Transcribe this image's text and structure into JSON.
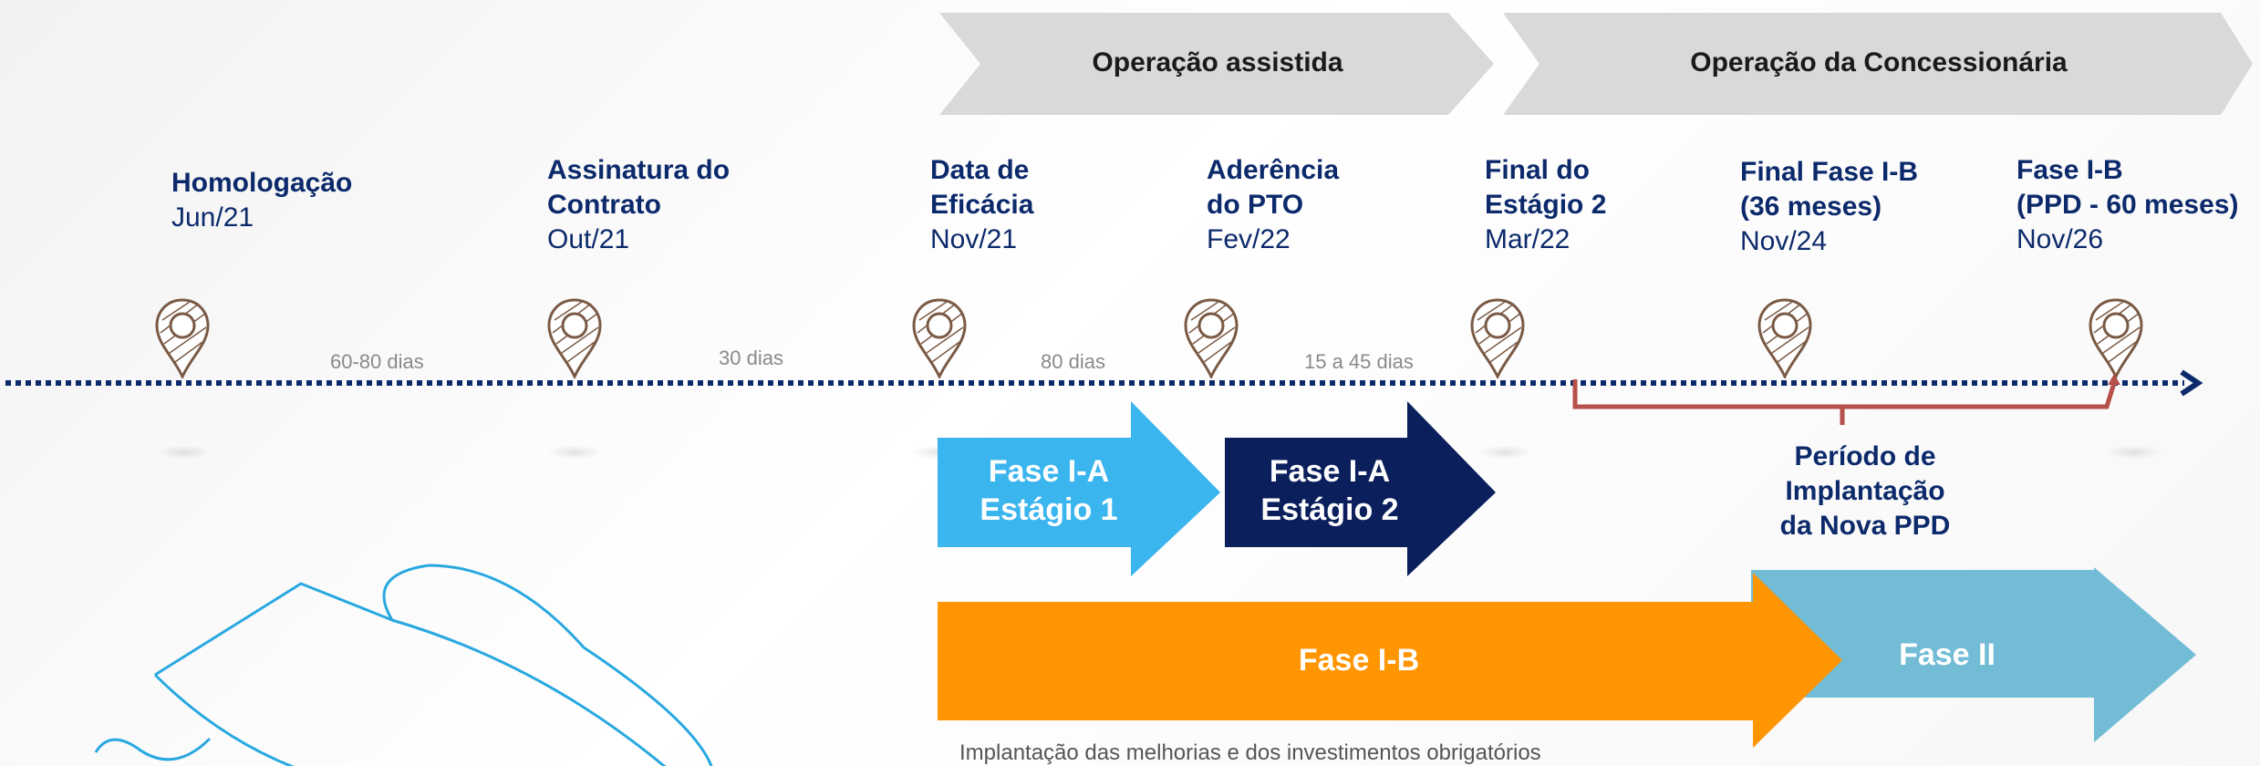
{
  "bands": [
    {
      "label": "Operação assistida"
    },
    {
      "label": "Operação da Concessionária"
    }
  ],
  "milestones": [
    {
      "title": "Homologação",
      "date": "Jun/21"
    },
    {
      "title": "Assinatura do\nContrato",
      "date": "Out/21"
    },
    {
      "title": "Data de\nEficácia",
      "date": "Nov/21"
    },
    {
      "title": "Aderência\ndo PTO",
      "date": "Fev/22"
    },
    {
      "title": "Final do\nEstágio 2",
      "date": "Mar/22"
    },
    {
      "title": "Final Fase I-B\n(36 meses)",
      "date": "Nov/24"
    },
    {
      "title": "Fase I-B\n(PPD - 60 meses)",
      "date": "Nov/26"
    }
  ],
  "intervals": [
    "60-80 dias",
    "30 dias",
    "80 dias",
    "15 a 45 dias"
  ],
  "phases": {
    "fase_1a_e1": "Fase I-A\nEstágio 1",
    "fase_1a_e2": "Fase I-A\nEstágio 2",
    "fase_1b": "Fase I-B",
    "fase_2": "Fase II"
  },
  "periodo_label": "Período de\nImplantação\nda Nova PPD",
  "note": "Implantação das melhorias e dos investimentos obrigatórios",
  "colors": {
    "navy": "#0c2a6b",
    "light_blue": "#3bb5ee",
    "dark_navy": "#0a1f5c",
    "orange": "#ff9500",
    "teal": "#72bcd6",
    "band_gray": "#d9d9d9",
    "bracket": "#b5504a",
    "pin": "#7a5a45"
  }
}
